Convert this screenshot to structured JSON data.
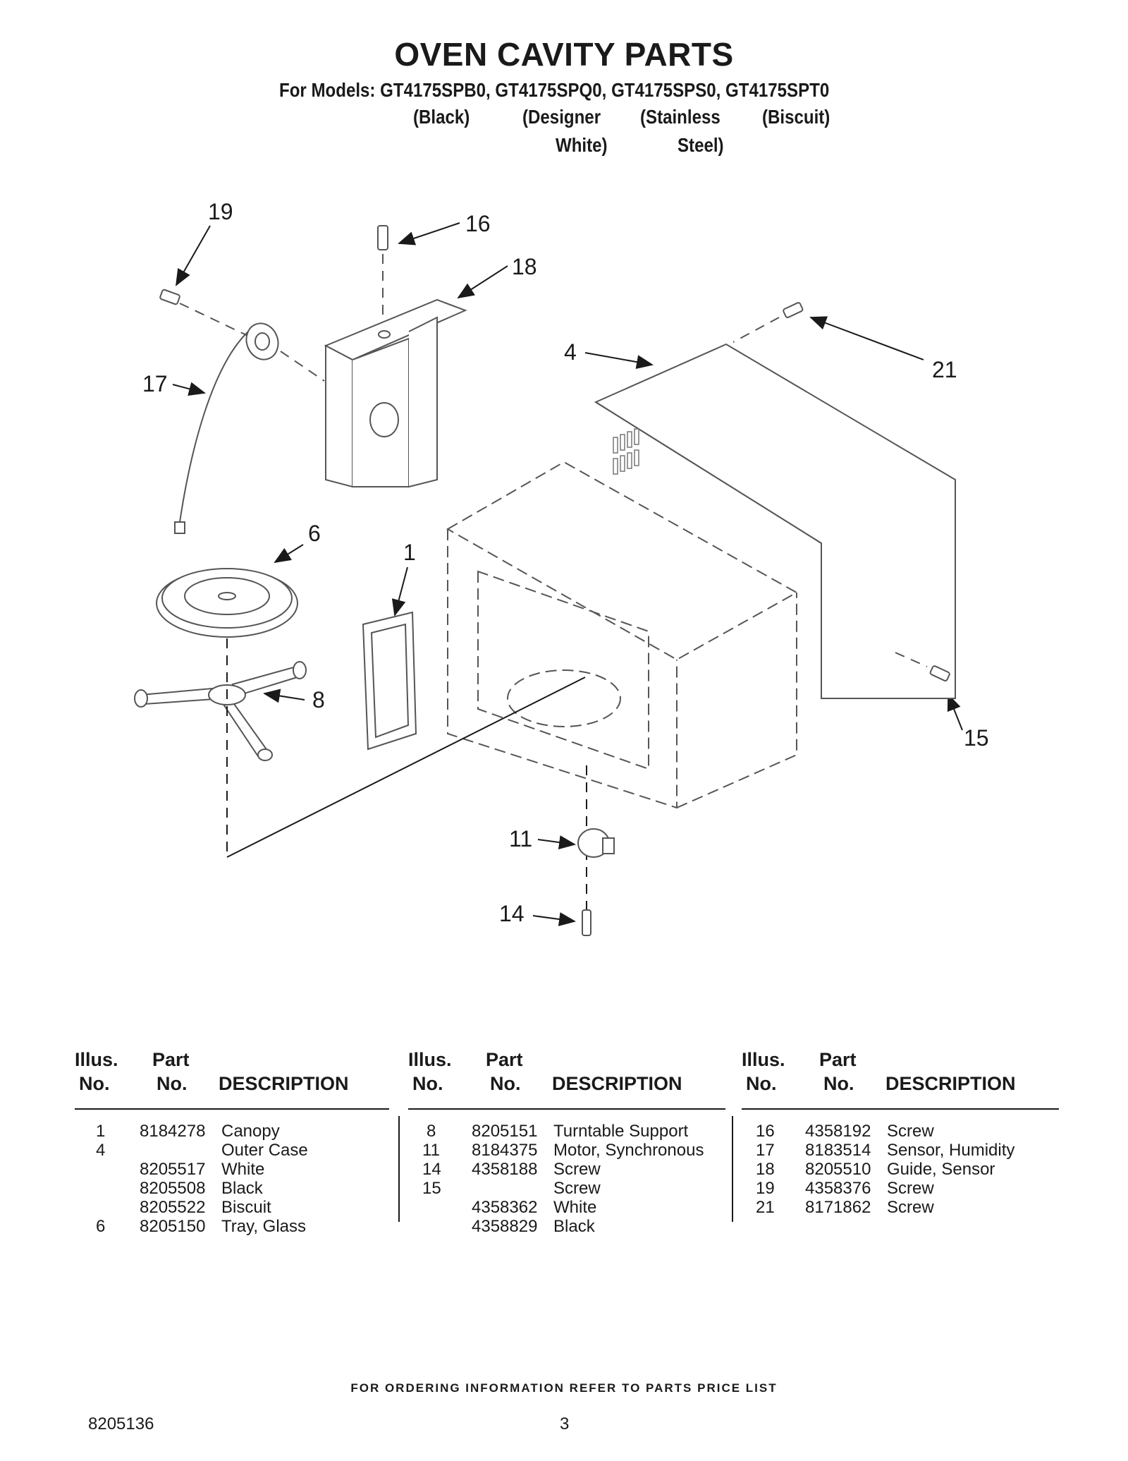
{
  "title": "OVEN CAVITY PARTS",
  "models_line": "For Models: GT4175SPB0, GT4175SPQ0, GT4175SPS0, GT4175SPT0",
  "variants": {
    "black": "(Black)",
    "designer": "(Designer",
    "designer2": "White)",
    "stainless": "(Stainless",
    "stainless2": "Steel)",
    "biscuit": "(Biscuit)"
  },
  "callouts": [
    "19",
    "16",
    "18",
    "4",
    "21",
    "17",
    "6",
    "1",
    "8",
    "11",
    "14",
    "15"
  ],
  "table_header": {
    "illus1": "Illus.",
    "illus2": "No.",
    "part1": "Part",
    "part2": "No.",
    "description": "DESCRIPTION"
  },
  "columns": [
    {
      "rows": [
        {
          "illus": "1",
          "part": "8184278",
          "desc": "Canopy"
        },
        {
          "illus": "4",
          "part": "",
          "desc": "Outer Case"
        },
        {
          "illus": "",
          "part": "8205517",
          "desc": "White"
        },
        {
          "illus": "",
          "part": "8205508",
          "desc": "Black"
        },
        {
          "illus": "",
          "part": "8205522",
          "desc": "Biscuit"
        },
        {
          "illus": "6",
          "part": "8205150",
          "desc": "Tray, Glass"
        }
      ]
    },
    {
      "rows": [
        {
          "illus": "8",
          "part": "8205151",
          "desc": "Turntable Support"
        },
        {
          "illus": "11",
          "part": "8184375",
          "desc": "Motor, Synchronous"
        },
        {
          "illus": "14",
          "part": "4358188",
          "desc": "Screw"
        },
        {
          "illus": "15",
          "part": "",
          "desc": "Screw"
        },
        {
          "illus": "",
          "part": "4358362",
          "desc": "White"
        },
        {
          "illus": "",
          "part": "4358829",
          "desc": "Black"
        }
      ]
    },
    {
      "rows": [
        {
          "illus": "16",
          "part": "4358192",
          "desc": "Screw"
        },
        {
          "illus": "17",
          "part": "8183514",
          "desc": "Sensor, Humidity"
        },
        {
          "illus": "18",
          "part": "8205510",
          "desc": "Guide, Sensor"
        },
        {
          "illus": "19",
          "part": "4358376",
          "desc": "Screw"
        },
        {
          "illus": "21",
          "part": "8171862",
          "desc": "Screw"
        }
      ]
    }
  ],
  "footer_note": "FOR ORDERING INFORMATION REFER TO PARTS PRICE LIST",
  "doc_number": "8205136",
  "page_number": "3"
}
